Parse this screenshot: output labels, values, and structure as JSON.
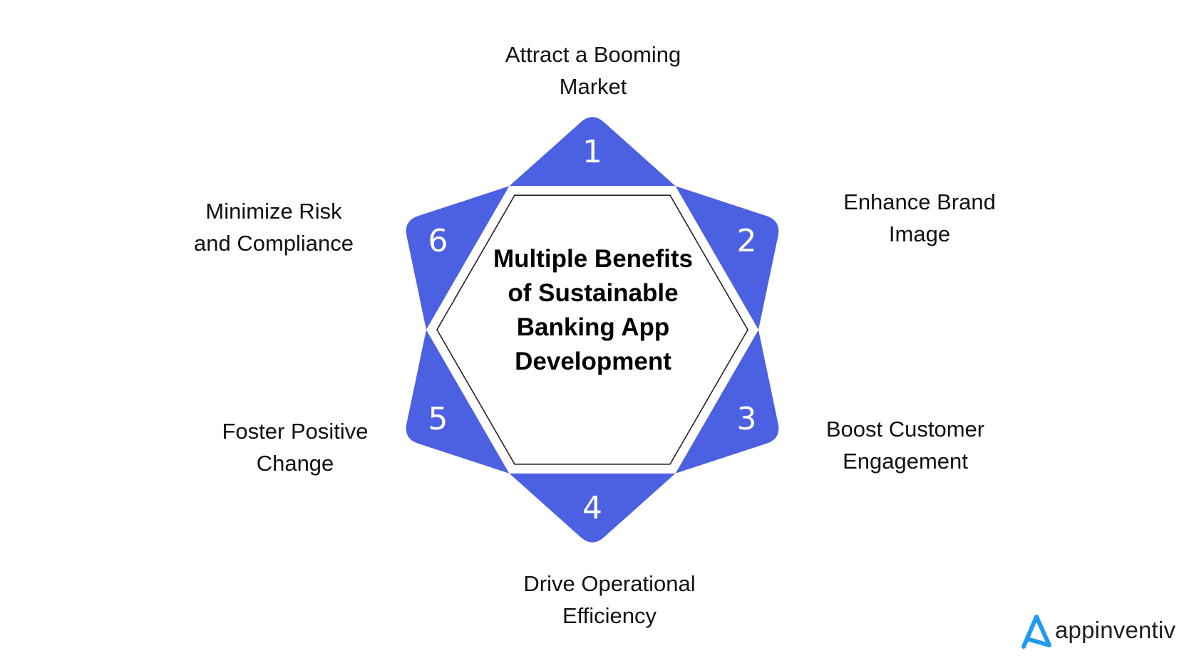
{
  "diagram": {
    "title_lines": [
      "Multiple Benefits",
      "of Sustainable",
      "Banking App",
      "Development"
    ],
    "accent_color": "#4C60E2",
    "benefits": [
      {
        "number": "1",
        "lines": [
          "Attract a Booming",
          "Market"
        ]
      },
      {
        "number": "2",
        "lines": [
          "Enhance Brand",
          "Image"
        ]
      },
      {
        "number": "3",
        "lines": [
          "Boost Customer",
          "Engagement"
        ]
      },
      {
        "number": "4",
        "lines": [
          "Drive Operational",
          "Efficiency"
        ]
      },
      {
        "number": "5",
        "lines": [
          "Foster Positive",
          "Change"
        ]
      },
      {
        "number": "6",
        "lines": [
          "Minimize Risk",
          "and Compliance"
        ]
      }
    ]
  },
  "branding": {
    "logo_icon": "appinventiv-a-icon",
    "logo_text": "appinventiv",
    "logo_color": "#1E9BF0"
  }
}
